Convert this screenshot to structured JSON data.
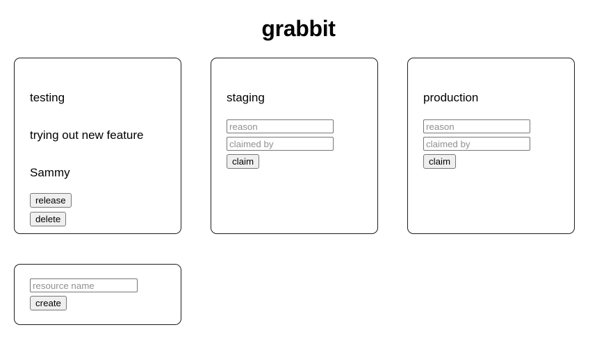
{
  "app": {
    "title": "grabbit"
  },
  "resources": [
    {
      "name": "testing",
      "state": "claimed",
      "reason": "trying out new feature",
      "claimed_by": "Sammy",
      "actions": {
        "release_label": "release",
        "delete_label": "delete"
      }
    },
    {
      "name": "staging",
      "state": "free",
      "form": {
        "reason_placeholder": "reason",
        "reason_value": "",
        "claimed_by_placeholder": "claimed by",
        "claimed_by_value": "",
        "claim_label": "claim"
      }
    },
    {
      "name": "production",
      "state": "free",
      "form": {
        "reason_placeholder": "reason",
        "reason_value": "",
        "claimed_by_placeholder": "claimed by",
        "claimed_by_value": "",
        "claim_label": "claim"
      }
    }
  ],
  "create": {
    "resource_name_placeholder": "resource name",
    "resource_name_value": "",
    "create_label": "create"
  },
  "colors": {
    "background": "#ffffff",
    "text": "#000000",
    "card_border": "#1b1b1b",
    "input_border": "#767676",
    "button_face": "#efefef",
    "placeholder": "#909090"
  }
}
